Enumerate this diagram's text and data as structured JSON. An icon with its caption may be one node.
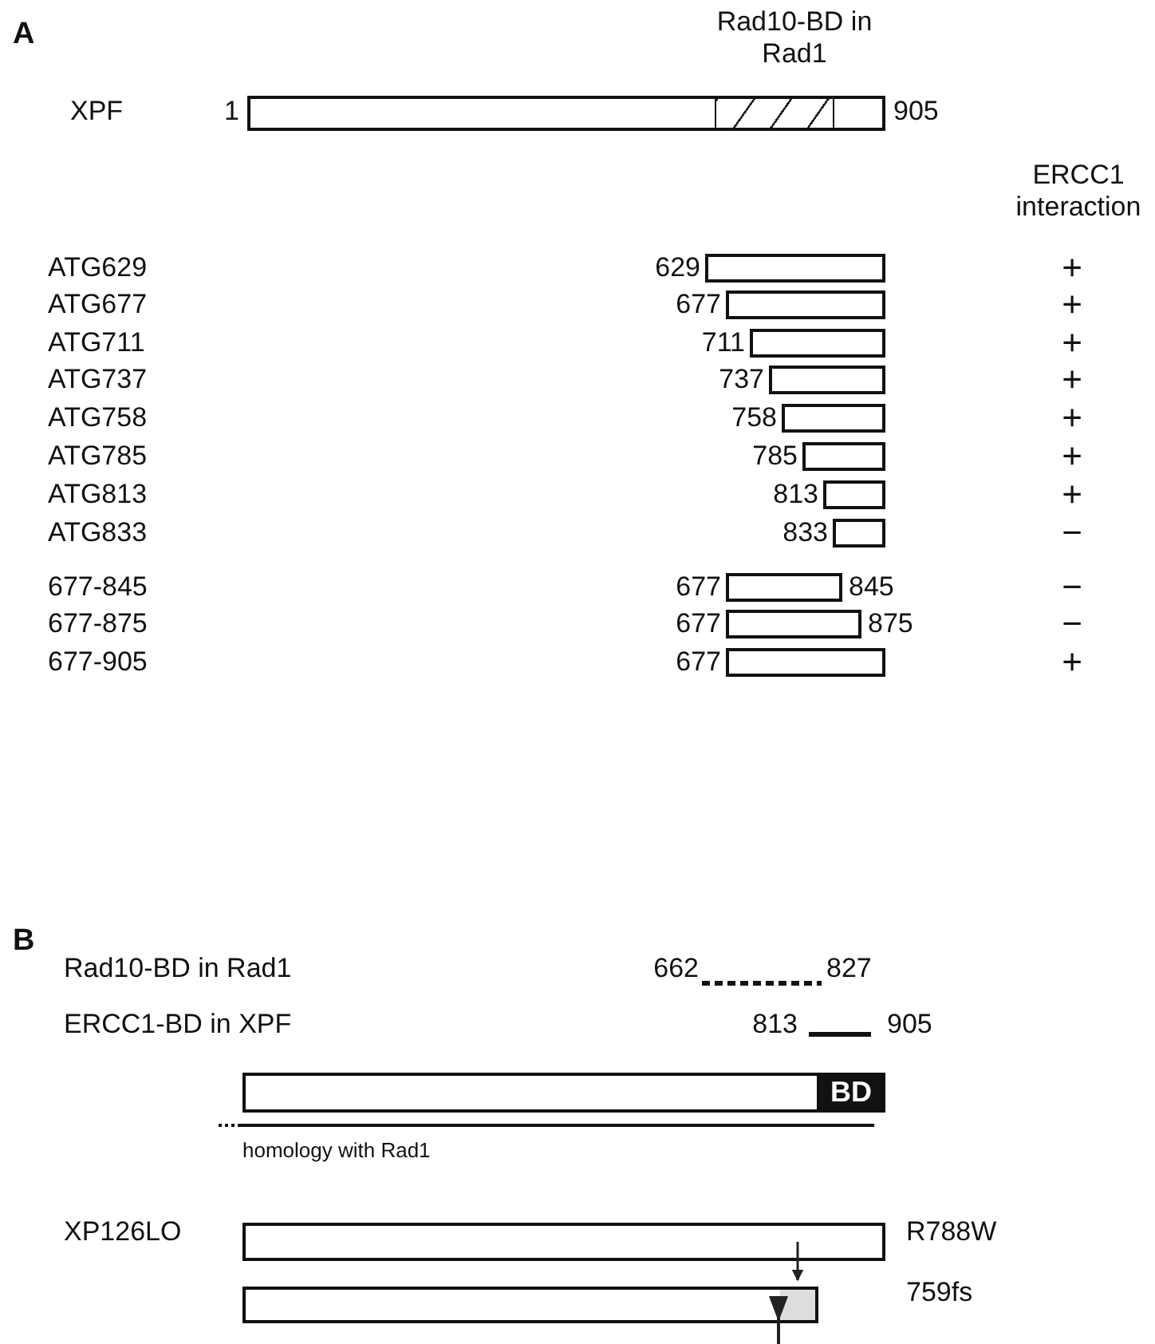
{
  "diagram": {
    "nodes": [
      {
        "text": [],
        "shape": "bar",
        "beside": [
          "1",
          "905"
        ]
      },
      {
        "text": [],
        "shape": "bar",
        "beside": [
          "629"
        ]
      },
      {
        "text": [],
        "shape": "bar",
        "beside": [
          "677"
        ]
      },
      {
        "text": [],
        "shape": "bar",
        "beside": [
          "711"
        ]
      },
      {
        "text": [],
        "shape": "bar",
        "beside": [
          "737"
        ]
      },
      {
        "text": [],
        "shape": "bar",
        "beside": [
          "758"
        ]
      },
      {
        "text": [],
        "shape": "bar",
        "beside": [
          "785"
        ]
      },
      {
        "text": [],
        "shape": "bar",
        "beside": [
          "813"
        ]
      },
      {
        "text": [],
        "shape": "bar",
        "beside": [
          "833"
        ]
      },
      {
        "text": [],
        "shape": "bar",
        "beside": [
          "677",
          "845"
        ]
      },
      {
        "text": [],
        "shape": "bar",
        "beside": [
          "677",
          "875"
        ]
      },
      {
        "text": [],
        "shape": "bar",
        "beside": [
          "677"
        ]
      },
      {
        "text": [],
        "shape": "bar"
      },
      {
        "text": [
          "BD"
        ],
        "in": 12
      },
      {
        "text": [],
        "shape": "bar",
        "beside": [
          "R788W"
        ]
      },
      {
        "text": [],
        "shape": "bar"
      }
    ],
    "edges": [
      {
        "from": 14,
        "to": 15,
        "arrow": "to"
      }
    ],
    "labels": [
      "A",
      "Rad10-BD in Rad1",
      "XPF",
      "ERCC1 interaction",
      "ATG629",
      "+",
      "ATG677",
      "+",
      "ATG711",
      "+",
      "ATG737",
      "+",
      "ATG758",
      "+",
      "ATG785",
      "+",
      "ATG813",
      "+",
      "ATG833",
      "−",
      "677-845",
      "−",
      "677-875",
      "−",
      "677-905",
      "+",
      "B",
      "Rad10-BD in Rad1",
      "662",
      "827",
      "ERCC1-BD in XPF",
      "813",
      "905",
      "homology with Rad1",
      "XP126LO",
      "759fs"
    ]
  }
}
